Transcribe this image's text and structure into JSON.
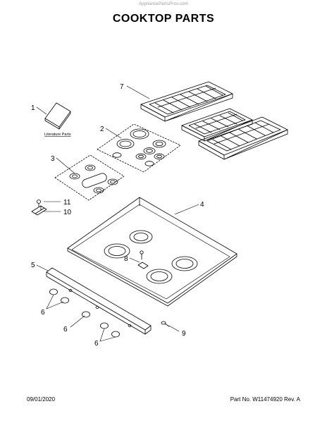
{
  "header": {
    "watermark": "AppliancePartsPros.com",
    "title": "COOKTOP PARTS"
  },
  "callouts": {
    "c1": "1",
    "c2": "2",
    "c3": "3",
    "c4": "4",
    "c5": "5",
    "c6a": "6",
    "c6b": "6",
    "c6c": "6",
    "c7": "7",
    "c8": "8",
    "c9": "9",
    "c10": "10",
    "c11": "11"
  },
  "literature_label": "Literature Parts",
  "footer": {
    "date": "09/01/2020",
    "part_number": "Part No.  W11474920  Rev.  A"
  }
}
